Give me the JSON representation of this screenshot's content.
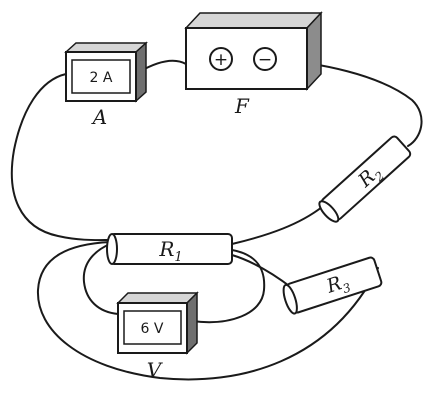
{
  "colors": {
    "ink": "#1a1a1a",
    "face": "#ffffff",
    "side": "#9a9a9a",
    "side_dark": "#6f6f6f",
    "top": "#d6d6d6"
  },
  "ammeter": {
    "reading": "2 A",
    "label": "A"
  },
  "battery": {
    "plus": "+",
    "minus": "−",
    "label": "F"
  },
  "voltmeter": {
    "reading": "6 V",
    "label": "V"
  },
  "resistors": {
    "r1": {
      "letter": "R",
      "sub": "1"
    },
    "r2": {
      "letter": "R",
      "sub": "2"
    },
    "r3": {
      "letter": "R",
      "sub": "3"
    }
  }
}
